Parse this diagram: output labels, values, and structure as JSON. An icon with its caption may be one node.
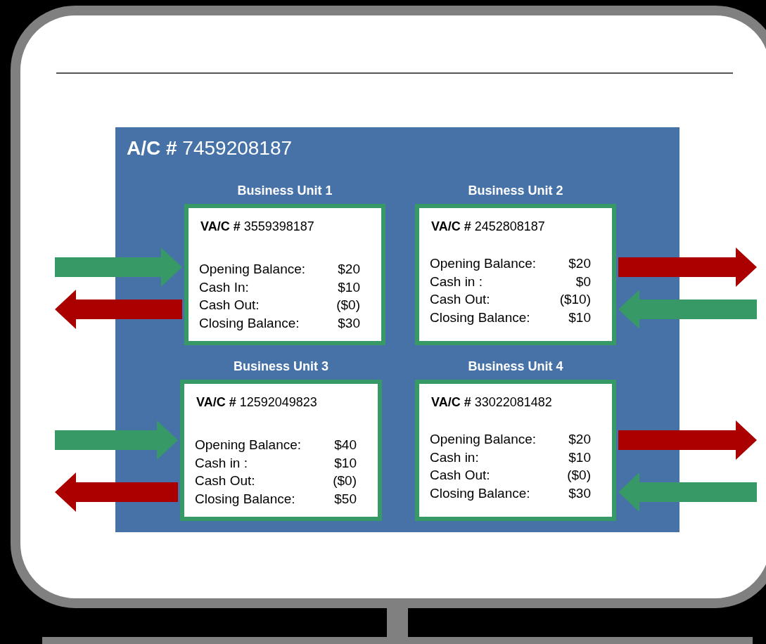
{
  "diagram": {
    "nodes": [
      {
        "text": [
          "**A/C #** 7459208187"
        ]
      },
      {
        "text": [
          "Business Unit 1",
          "**VA/C #** 3559398187",
          "Opening Balance:",
          "$20",
          "Cash In:",
          "$10",
          "Cash Out:",
          "($0)",
          "Closing Balance:",
          "$30"
        ],
        "in": 0
      },
      {
        "text": [
          "Business Unit 2",
          "**VA/C #** 2452808187",
          "Opening Balance:",
          "$20",
          "Cash in :",
          "$0",
          "Cash Out:",
          "($10)",
          "Closing Balance:",
          "$10"
        ],
        "in": 0
      },
      {
        "text": [
          "Business Unit 3",
          "**VA/C #** 12592049823",
          "Opening Balance:",
          "$40",
          "Cash in :",
          "$10",
          "Cash Out:",
          "($0)",
          "Closing Balance:",
          "$50"
        ],
        "in": 0
      },
      {
        "text": [
          "Business Unit 4",
          "**VA/C #** 33022081482",
          "Opening Balance:",
          "$20",
          "Cash in:",
          "$10",
          "Cash Out:",
          "($0)",
          "Closing Balance:",
          "$30"
        ],
        "in": 0
      }
    ],
    "edges": [
      {
        "from": null,
        "to": 1,
        "arrow": "to",
        "style": "thick",
        "color": "#379965"
      },
      {
        "from": 1,
        "to": null,
        "arrow": "to",
        "style": "thick",
        "color": "#aa0000"
      },
      {
        "from": 2,
        "to": null,
        "arrow": "to",
        "style": "thick",
        "color": "#aa0000"
      },
      {
        "from": null,
        "to": 2,
        "arrow": "to",
        "style": "thick",
        "color": "#379965"
      },
      {
        "from": null,
        "to": 3,
        "arrow": "to",
        "style": "thick",
        "color": "#379965"
      },
      {
        "from": 3,
        "to": null,
        "arrow": "to",
        "style": "thick",
        "color": "#aa0000"
      },
      {
        "from": 4,
        "to": null,
        "arrow": "to",
        "style": "thick",
        "color": "#aa0000"
      },
      {
        "from": null,
        "to": 4,
        "arrow": "to",
        "style": "thick",
        "color": "#379965"
      }
    ]
  }
}
